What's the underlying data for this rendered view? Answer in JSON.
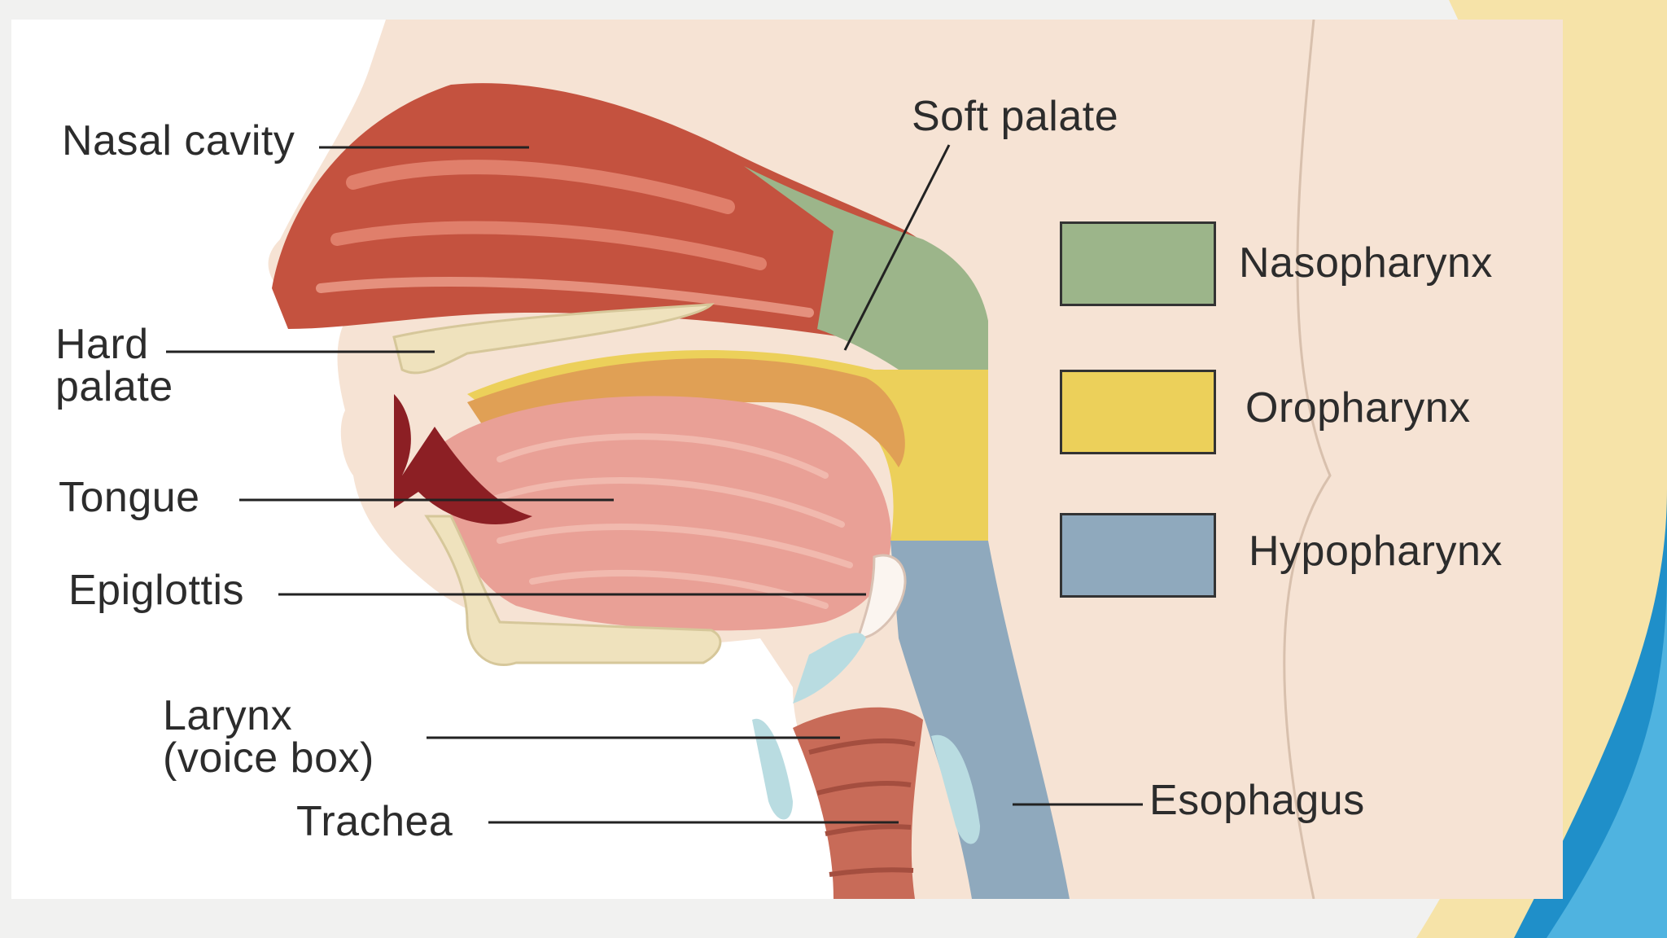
{
  "diagram": {
    "labels": {
      "nasal_cavity": "Nasal cavity",
      "hard_palate_line1": "Hard",
      "hard_palate_line2": "palate",
      "tongue": "Tongue",
      "epiglottis": "Epiglottis",
      "larynx_line1": "Larynx",
      "larynx_line2": "(voice box)",
      "trachea": "Trachea",
      "soft_palate": "Soft palate",
      "esophagus": "Esophagus"
    },
    "legend": [
      {
        "name": "Nasopharynx",
        "color": "#9cb58a"
      },
      {
        "name": "Oropharynx",
        "color": "#ecd05a"
      },
      {
        "name": "Hypopharynx",
        "color": "#8fa9bd"
      }
    ]
  },
  "colors": {
    "skin": "#f6e3d4",
    "nasal": "#c4523f",
    "tongue": "#e9a096",
    "bone": "#efe2bd",
    "trachea": "#c86b58",
    "cartilage": "#b9dce1",
    "slide_accent_blue": "#1f8fc9",
    "slide_accent_yellow": "#f2c94c"
  }
}
